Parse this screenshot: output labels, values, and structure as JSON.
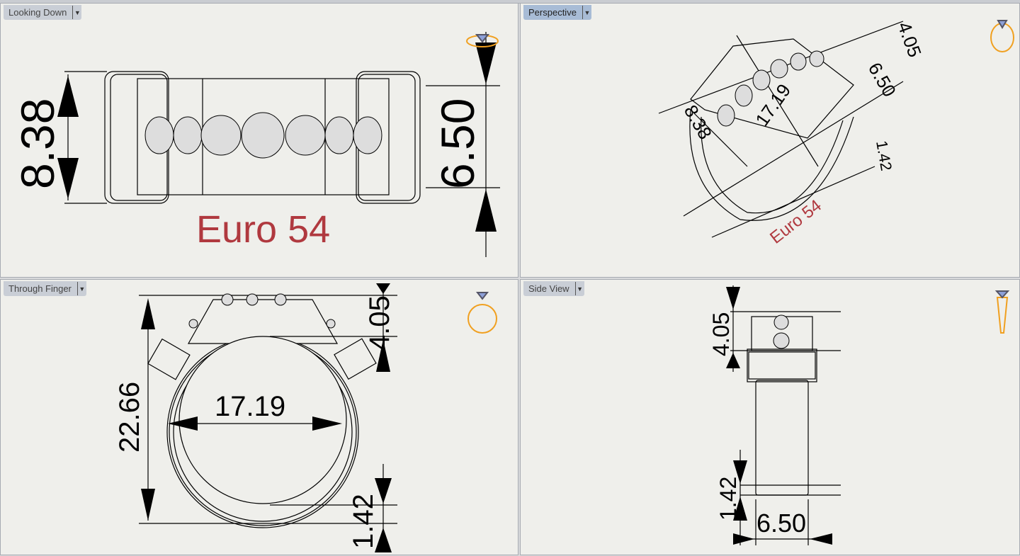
{
  "viewports": {
    "top_left": {
      "title": "Looking Down",
      "dims": {
        "width": "8.38",
        "height": "6.50"
      },
      "size_label": "Euro 54"
    },
    "top_right": {
      "title": "Perspective",
      "active": true,
      "dims": {
        "top": "4.05",
        "mid": "6.50",
        "inner": "17.19",
        "left": "8.38",
        "band": "1.42"
      },
      "size_label": "Euro 54"
    },
    "bottom_left": {
      "title": "Through Finger",
      "dims": {
        "height": "22.66",
        "inner": "17.19",
        "top": "4.05",
        "band": "1.42"
      }
    },
    "bottom_right": {
      "title": "Side View",
      "dims": {
        "top": "4.05",
        "band": "1.42",
        "width": "6.50"
      }
    }
  },
  "colors": {
    "accent_icon": "#f0a020",
    "size_label": "#b0393f",
    "active_tab": "#a8bcd6"
  },
  "icons": [
    "ring-view-icon",
    "dropdown-arrow-icon"
  ]
}
